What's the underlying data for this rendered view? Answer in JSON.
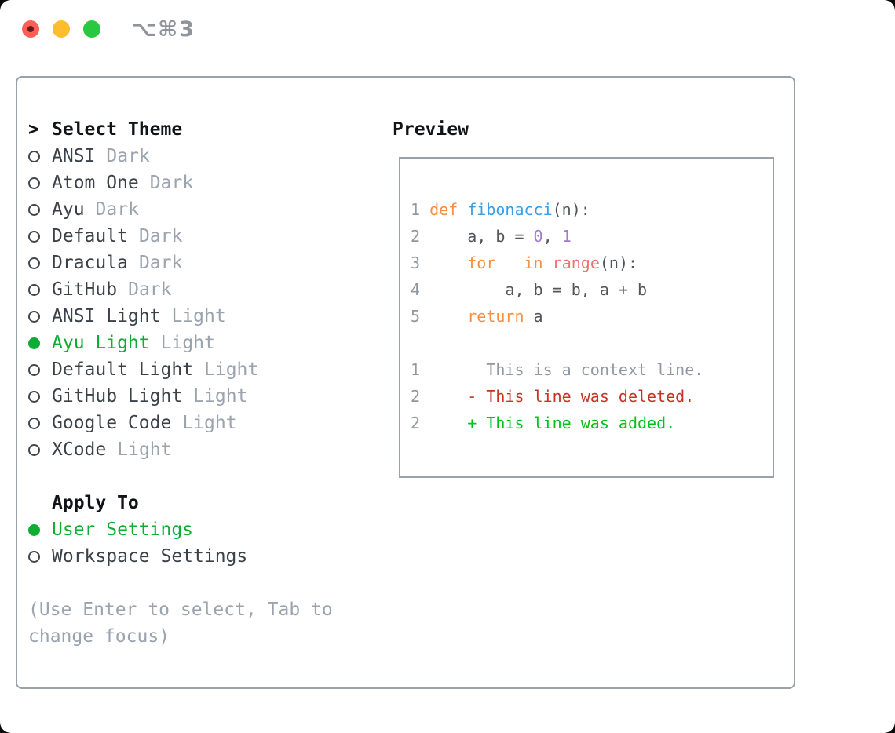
{
  "window": {
    "title": "⌥⌘3",
    "controls": {
      "close": "close",
      "minimize": "minimize",
      "zoom": "zoom"
    }
  },
  "theme_select": {
    "prompt": ">",
    "title": "Select Theme",
    "items": [
      {
        "label": "ANSI",
        "tag": "Dark",
        "selected": false
      },
      {
        "label": "Atom One",
        "tag": "Dark",
        "selected": false
      },
      {
        "label": "Ayu",
        "tag": "Dark",
        "selected": false
      },
      {
        "label": "Default",
        "tag": "Dark",
        "selected": false
      },
      {
        "label": "Dracula",
        "tag": "Dark",
        "selected": false
      },
      {
        "label": "GitHub",
        "tag": "Dark",
        "selected": false
      },
      {
        "label": "ANSI Light",
        "tag": "Light",
        "selected": false
      },
      {
        "label": "Ayu Light",
        "tag": "Light",
        "selected": true
      },
      {
        "label": "Default Light",
        "tag": "Light",
        "selected": false
      },
      {
        "label": "GitHub Light",
        "tag": "Light",
        "selected": false
      },
      {
        "label": "Google Code",
        "tag": "Light",
        "selected": false
      },
      {
        "label": "XCode",
        "tag": "Light",
        "selected": false
      }
    ]
  },
  "apply_to": {
    "title": "Apply To",
    "options": [
      {
        "label": "User Settings",
        "selected": true
      },
      {
        "label": "Workspace Settings",
        "selected": false
      }
    ]
  },
  "help_text": "(Use Enter to select, Tab to change focus)",
  "preview": {
    "title": "Preview",
    "lines": [
      [
        {
          "t": "1 ",
          "c": "ln"
        },
        {
          "t": "def",
          "c": "kw"
        },
        {
          "t": " ",
          "c": "fg"
        },
        {
          "t": "fibonacci",
          "c": "fn"
        },
        {
          "t": "(n):",
          "c": "fg"
        }
      ],
      [
        {
          "t": "2 ",
          "c": "ln"
        },
        {
          "t": "    a, b = ",
          "c": "fg"
        },
        {
          "t": "0",
          "c": "num"
        },
        {
          "t": ", ",
          "c": "fg"
        },
        {
          "t": "1",
          "c": "num"
        }
      ],
      [
        {
          "t": "3 ",
          "c": "ln"
        },
        {
          "t": "    ",
          "c": "fg"
        },
        {
          "t": "for",
          "c": "kw"
        },
        {
          "t": " _ ",
          "c": "fg"
        },
        {
          "t": "in",
          "c": "kw"
        },
        {
          "t": " ",
          "c": "fg"
        },
        {
          "t": "range",
          "c": "builtin"
        },
        {
          "t": "(n):",
          "c": "fg"
        }
      ],
      [
        {
          "t": "4 ",
          "c": "ln"
        },
        {
          "t": "        a, b = b, a + b",
          "c": "fg"
        }
      ],
      [
        {
          "t": "5 ",
          "c": "ln"
        },
        {
          "t": "    ",
          "c": "fg"
        },
        {
          "t": "return",
          "c": "kw"
        },
        {
          "t": " a",
          "c": "fg"
        }
      ],
      [],
      [
        {
          "t": "1",
          "c": "ln"
        },
        {
          "t": "       This is a context line.",
          "c": "ctx"
        }
      ],
      [
        {
          "t": "2",
          "c": "ln"
        },
        {
          "t": "     - This line was deleted.",
          "c": "del"
        }
      ],
      [
        {
          "t": "2",
          "c": "ln"
        },
        {
          "t": "     + This line was added.",
          "c": "add"
        }
      ]
    ]
  },
  "colors": {
    "ink": "#101317",
    "itemtext": "#3b4149",
    "tag": "#9aa3ae",
    "help": "#9aa3ae",
    "border": "#99a1ab",
    "sel": "#0cad32",
    "ln": "#8f98a3",
    "ctx": "#8f98a3",
    "fg": "#50565c",
    "kw": "#fa8d3e",
    "fn": "#399ee6",
    "num": "#a37acc",
    "builtin": "#f07171",
    "del": "#c63324",
    "add": "#00c21e",
    "tlred": "#ff5f57",
    "tlyellow": "#febc2e",
    "tlgreen": "#2ac840",
    "titlegray": "#8f949b"
  }
}
